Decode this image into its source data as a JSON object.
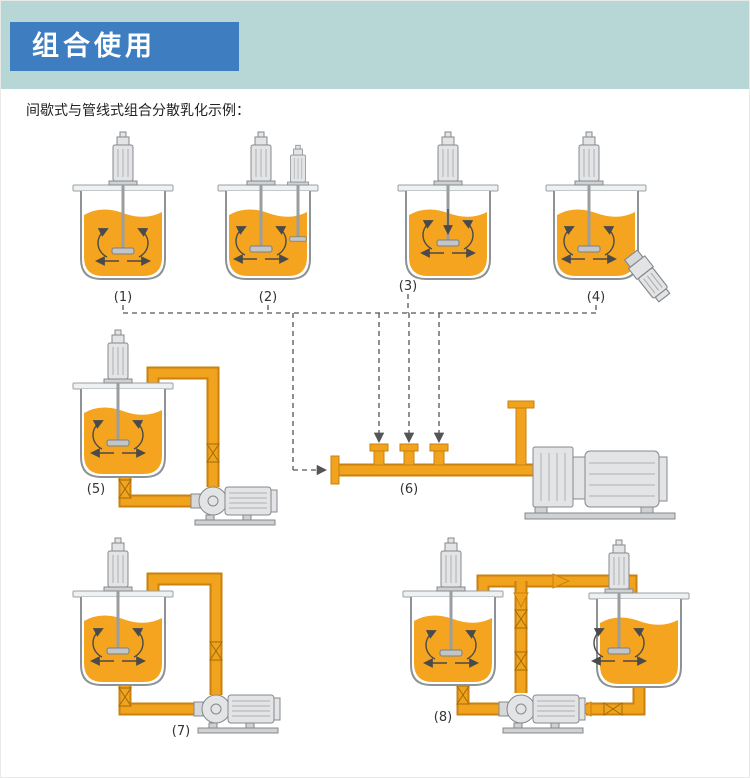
{
  "header": {
    "title": "组合使用"
  },
  "caption": "间歇式与管线式组合分散乳化示例：",
  "figures": [
    {
      "label": "(1)"
    },
    {
      "label": "(2)"
    },
    {
      "label": "(3)"
    },
    {
      "label": "(4)"
    },
    {
      "label": "(5)"
    },
    {
      "label": "(6)"
    },
    {
      "label": "(7)"
    },
    {
      "label": "(8)"
    }
  ],
  "colors": {
    "page_bg": "#ffffff",
    "header_band": "#b7d6d6",
    "title_bg": "#3e7ec0",
    "title_text": "#ffffff",
    "pipe_orange": "#f2a31d",
    "pipe_orange_dark": "#c9820d",
    "liquid_orange": "#f4a41f",
    "diagram_line": "#4a4a4a",
    "label_text": "#333333"
  }
}
